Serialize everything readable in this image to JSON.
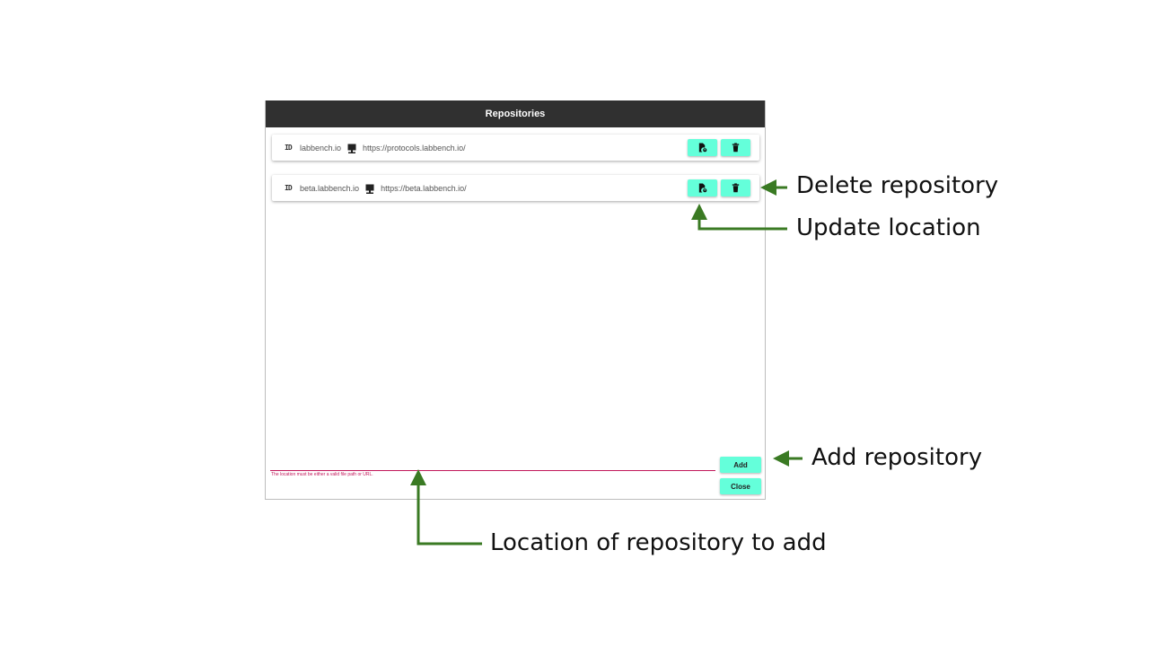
{
  "dialog": {
    "title": "Repositories",
    "repositories": [
      {
        "id_glyph": "ID",
        "name": "labbench.io",
        "url": "https://protocols.labbench.io/"
      },
      {
        "id_glyph": "ID",
        "name": "beta.labbench.io",
        "url": "https://beta.labbench.io/"
      }
    ],
    "location_input": {
      "value": "",
      "placeholder": ""
    },
    "error_message": "The location must be either a valid file path or URL.",
    "add_label": "Add",
    "close_label": "Close"
  },
  "annotations": {
    "delete_repository": "Delete repository",
    "update_location": "Update location",
    "add_repository": "Add repository",
    "location_to_add": "Location of repository to add"
  },
  "colors": {
    "header_bg": "#303030",
    "button_accent": "#64ffda",
    "error": "#c2185b",
    "arrow": "#3a7a23"
  },
  "icons": {
    "id": "id-icon",
    "computer": "computer-icon",
    "update": "file-location-icon",
    "delete": "trash-icon"
  }
}
